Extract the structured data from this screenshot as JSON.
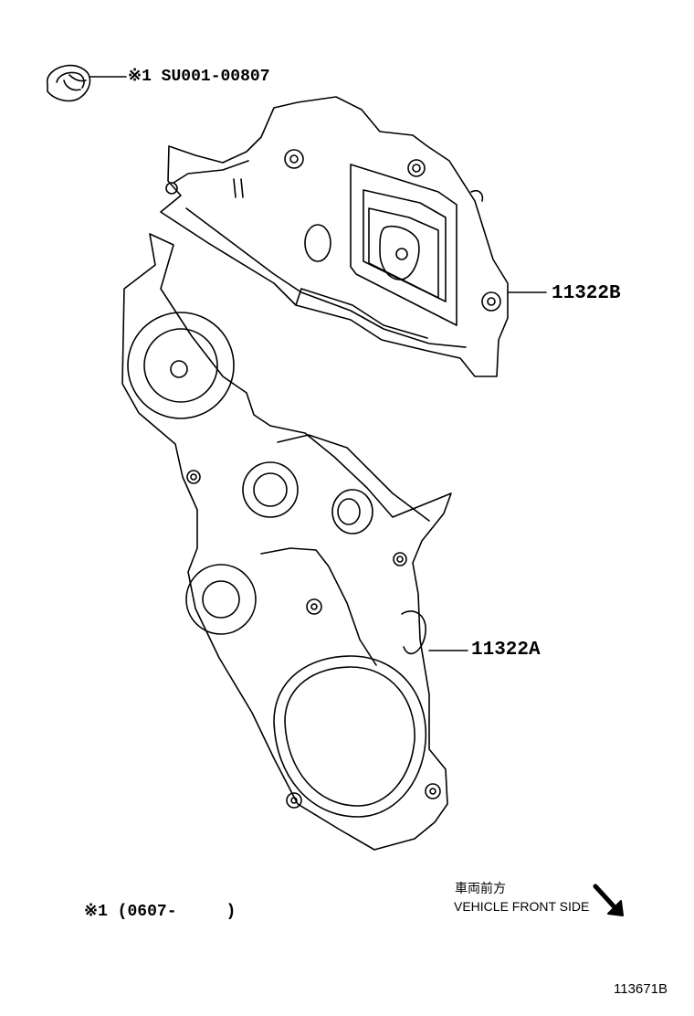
{
  "callouts": {
    "clip_note": "※1 SU001-00807",
    "part_b": "11322B",
    "part_a": "11322A"
  },
  "footnote": "※1 (0607-     )",
  "orientation": {
    "label_jp": "車両前方",
    "label_en": "VEHICLE FRONT SIDE",
    "arrow_icon": "arrow-down-right-icon"
  },
  "diagram_id": "113671B"
}
